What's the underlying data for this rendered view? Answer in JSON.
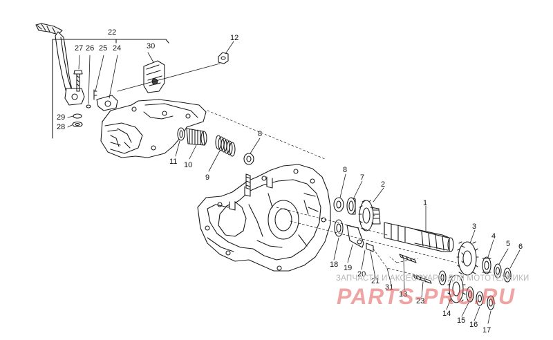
{
  "callouts": [
    {
      "id": "1",
      "text": "1"
    },
    {
      "id": "2",
      "text": "2"
    },
    {
      "id": "3",
      "text": "3"
    },
    {
      "id": "4",
      "text": "4"
    },
    {
      "id": "5",
      "text": "5"
    },
    {
      "id": "6",
      "text": "6"
    },
    {
      "id": "7",
      "text": "7"
    },
    {
      "id": "8a",
      "text": "8"
    },
    {
      "id": "8b",
      "text": "8"
    },
    {
      "id": "9",
      "text": "9"
    },
    {
      "id": "10",
      "text": "10"
    },
    {
      "id": "11",
      "text": "11"
    },
    {
      "id": "12",
      "text": "12"
    },
    {
      "id": "13",
      "text": "13"
    },
    {
      "id": "14",
      "text": "14"
    },
    {
      "id": "15",
      "text": "15"
    },
    {
      "id": "16",
      "text": "16"
    },
    {
      "id": "17",
      "text": "17"
    },
    {
      "id": "18",
      "text": "18"
    },
    {
      "id": "19",
      "text": "19"
    },
    {
      "id": "20",
      "text": "20"
    },
    {
      "id": "21",
      "text": "21"
    },
    {
      "id": "22",
      "text": "22"
    },
    {
      "id": "23",
      "text": "23"
    },
    {
      "id": "24",
      "text": "24"
    },
    {
      "id": "25",
      "text": "25"
    },
    {
      "id": "26",
      "text": "26"
    },
    {
      "id": "27",
      "text": "27"
    },
    {
      "id": "28",
      "text": "28"
    },
    {
      "id": "29",
      "text": "29"
    },
    {
      "id": "30",
      "text": "30"
    },
    {
      "id": "31",
      "text": "31"
    }
  ],
  "watermark": {
    "line1": "ЗАПЧАСТИ И АКСЕССУАРЫ ДЛЯ МОТОТЕХНИКИ",
    "line2": "PARTS-PRO.RU"
  },
  "colors": {
    "ink": "#1a1a1a",
    "watermark_text": "#b7b7b7",
    "watermark_logo": "#e25a5a"
  }
}
